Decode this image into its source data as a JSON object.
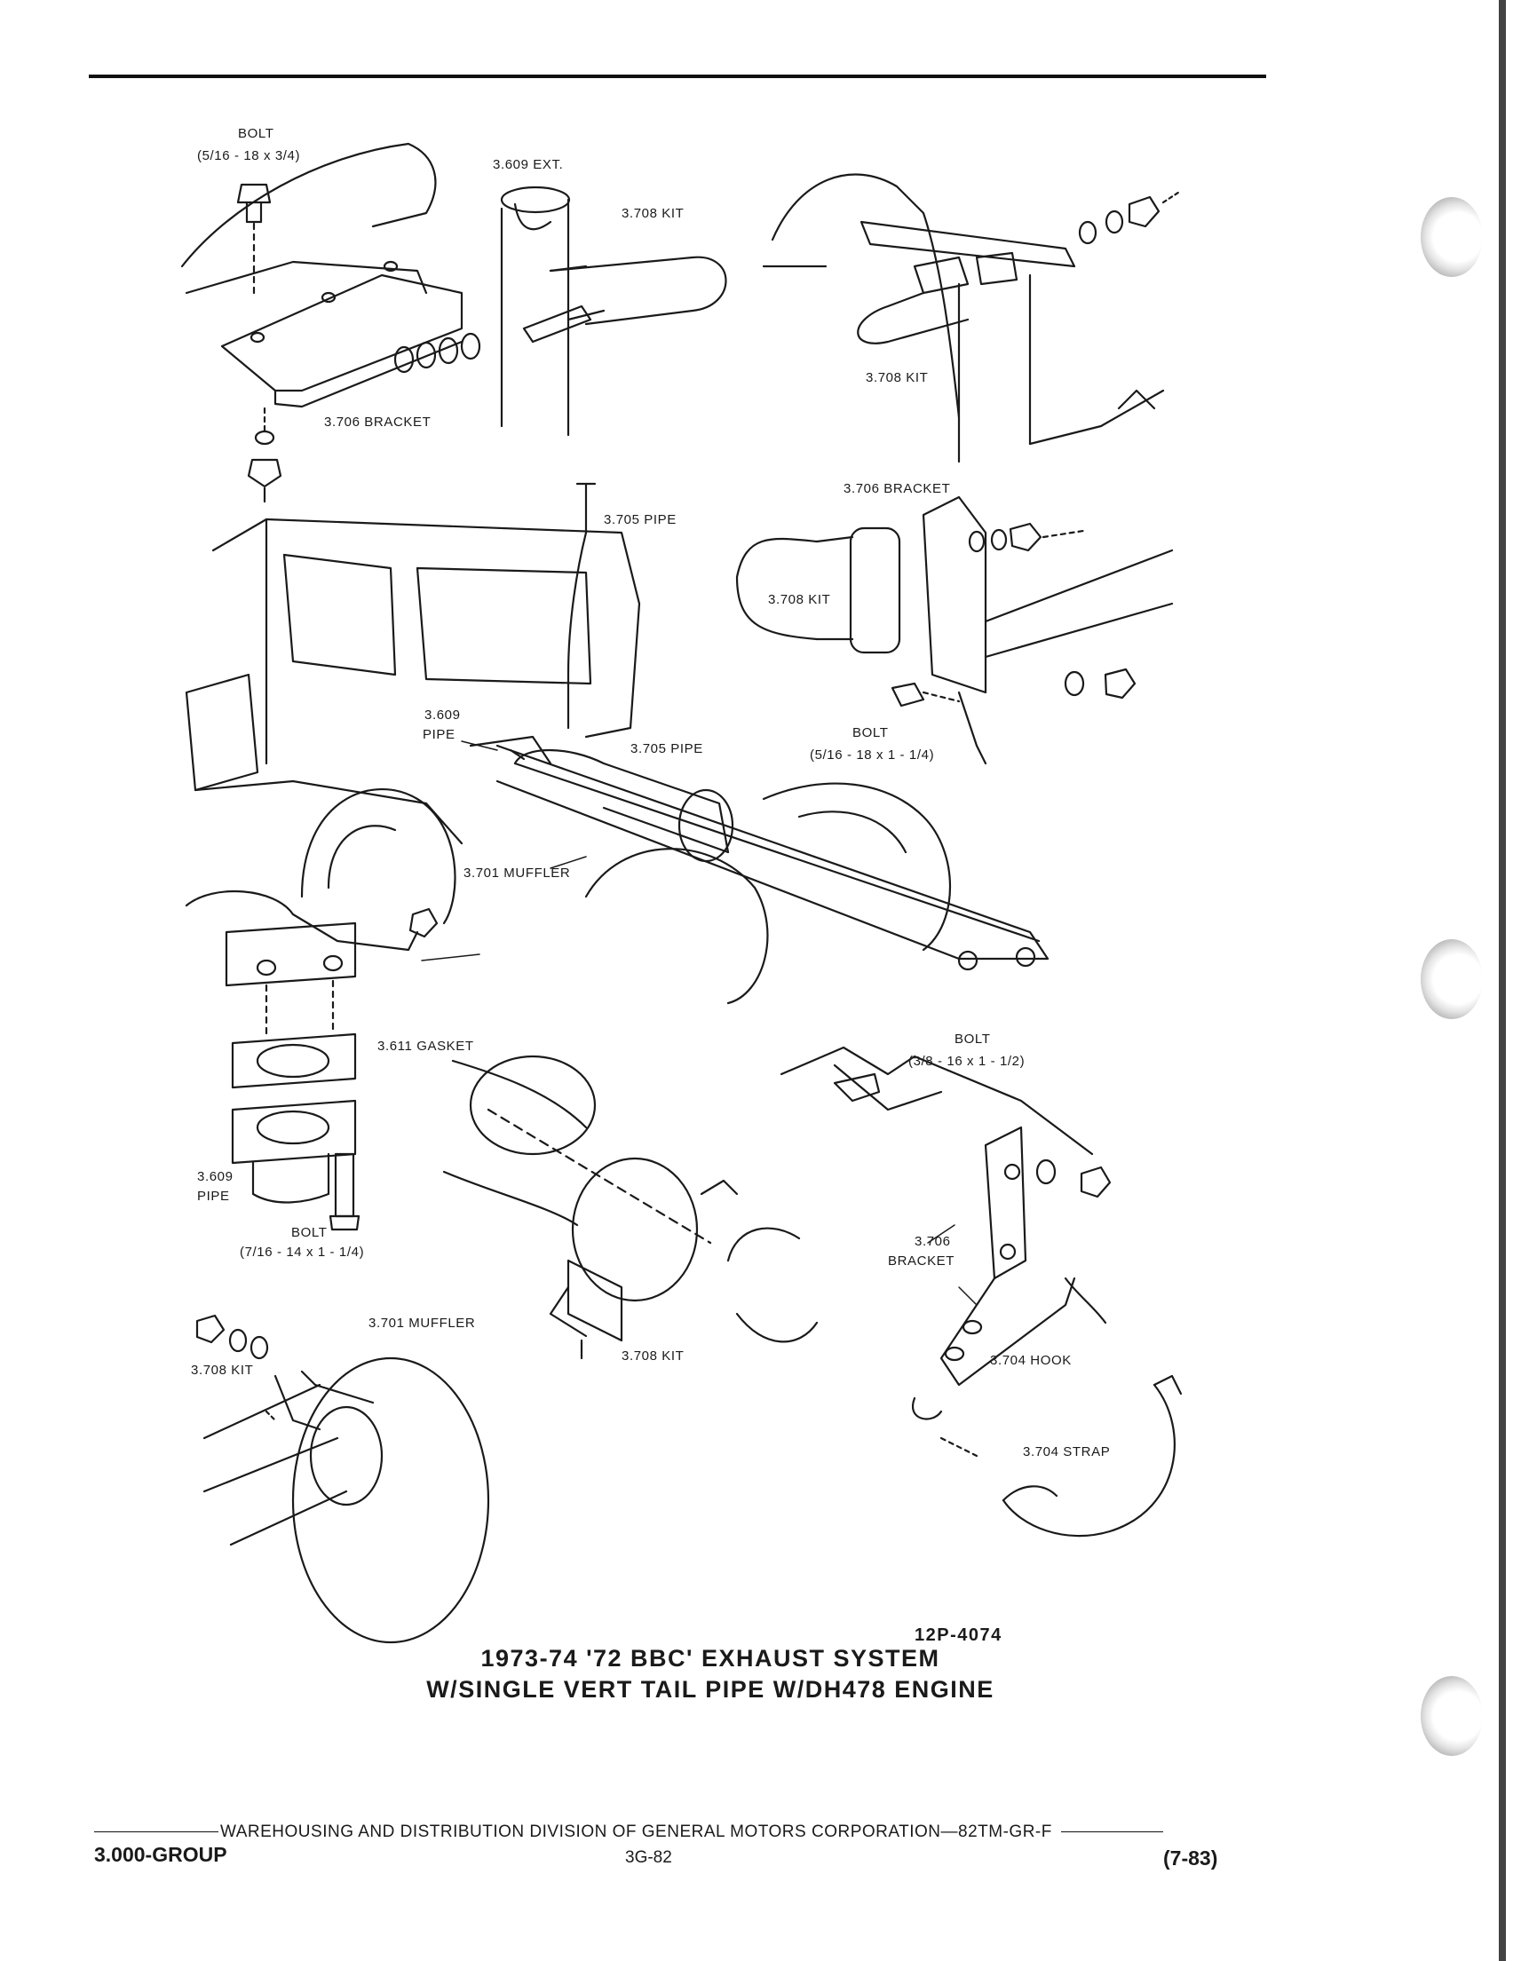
{
  "labels": {
    "bolt_top": "BOLT",
    "bolt_top_size": "(5/16 - 18 x 3/4)",
    "ext_609": "3.609 EXT.",
    "kit_708_a": "3.708 KIT",
    "bracket_706_a": "3.706 BRACKET",
    "kit_708_b": "3.708 KIT",
    "bracket_706_b": "3.706 BRACKET",
    "pipe_705_a": "3.705 PIPE",
    "kit_708_c": "3.708 KIT",
    "pipe_609_num": "3.609",
    "pipe_609_word": "PIPE",
    "pipe_705_b": "3.705 PIPE",
    "bolt_mid": "BOLT",
    "bolt_mid_size": "(5/16 - 18 x 1 - 1/4)",
    "muffler_701_a": "3.701 MUFFLER",
    "gasket_611": "3.611 GASKET",
    "bolt_right": "BOLT",
    "bolt_right_size": "(3/8 - 16 x 1 - 1/2)",
    "pipe_609_b_num": "3.609",
    "pipe_609_b_word": "PIPE",
    "bolt_low": "BOLT",
    "bolt_low_size": "(7/16 - 14 x 1 - 1/4)",
    "bracket_706_c_num": "3.706",
    "bracket_706_c_word": "BRACKET",
    "muffler_701_b": "3.701 MUFFLER",
    "kit_708_d": "3.708 KIT",
    "hook_704": "3.704 HOOK",
    "kit_708_e": "3.708 KIT",
    "strap_704": "3.704 STRAP"
  },
  "figure_id": "12P-4074",
  "title_line1": "1973-74 '72 BBC' EXHAUST SYSTEM",
  "title_line2": "W/SINGLE VERT TAIL PIPE W/DH478 ENGINE",
  "footer": {
    "division": "WAREHOUSING AND DISTRIBUTION  DIVISION OF GENERAL MOTORS CORPORATION—82TM-GR-F",
    "group": "3.000-GROUP",
    "page_number": "3G-82",
    "date": "(7-83)"
  }
}
